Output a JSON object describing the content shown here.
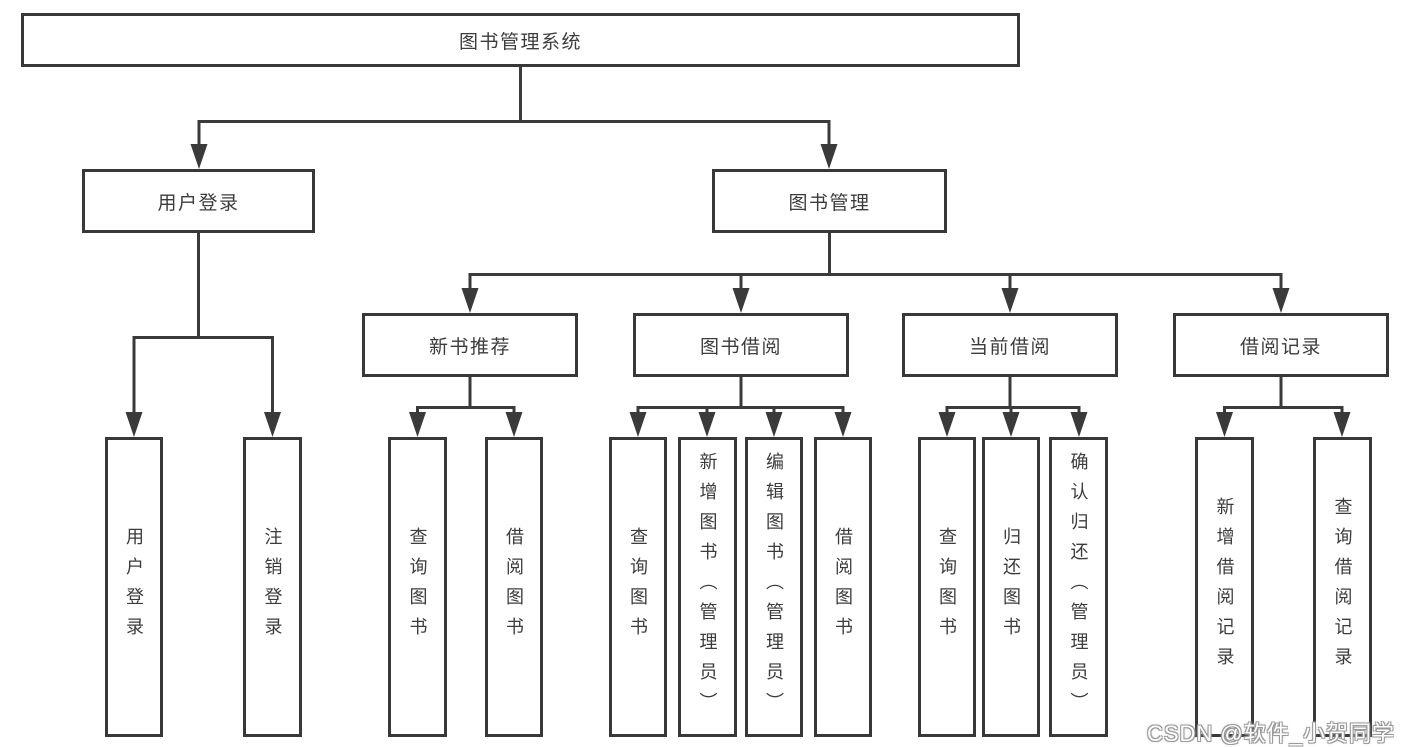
{
  "tree": {
    "root": {
      "label": "图书管理系统",
      "children": [
        {
          "label": "用户登录",
          "children": [
            {
              "label": "用户登录"
            },
            {
              "label": "注销登录"
            }
          ]
        },
        {
          "label": "图书管理",
          "children": [
            {
              "label": "新书推荐",
              "children": [
                {
                  "label": "查询图书"
                },
                {
                  "label": "借阅图书"
                }
              ]
            },
            {
              "label": "图书借阅",
              "children": [
                {
                  "label": "查询图书"
                },
                {
                  "label": "新增图书（管理员）"
                },
                {
                  "label": "编辑图书（管理员）"
                },
                {
                  "label": "借阅图书"
                }
              ]
            },
            {
              "label": "当前借阅",
              "children": [
                {
                  "label": "查询图书"
                },
                {
                  "label": "归还图书"
                },
                {
                  "label": "确认归还（管理员）"
                }
              ]
            },
            {
              "label": "借阅记录",
              "children": [
                {
                  "label": "新增借阅记录"
                },
                {
                  "label": "查询借阅记录"
                }
              ]
            }
          ]
        }
      ]
    }
  },
  "watermark": {
    "text": "CSDN @软件_小贺同学"
  },
  "colors": {
    "line": "#3a3a3a",
    "border": "#383838",
    "text": "#3c3c3c",
    "bg": "#ffffff"
  }
}
